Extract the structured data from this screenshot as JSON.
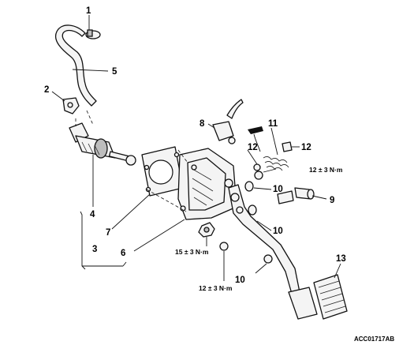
{
  "diagram": {
    "callouts": {
      "c1": "1",
      "c2": "2",
      "c3": "3",
      "c4": "4",
      "c5": "5",
      "c6": "6",
      "c7": "7",
      "c8": "8",
      "c9": "9",
      "c10a": "10",
      "c10b": "10",
      "c10c": "10",
      "c11": "11",
      "c12a": "12",
      "c12b": "12",
      "c13": "13"
    },
    "torque_specs": {
      "upper_right": "12 ± 3 N·m",
      "nut_center": "15 ± 3 N·m",
      "lower_center": "12 ± 3 N·m"
    },
    "drawing_code": "ACC01717AB"
  }
}
